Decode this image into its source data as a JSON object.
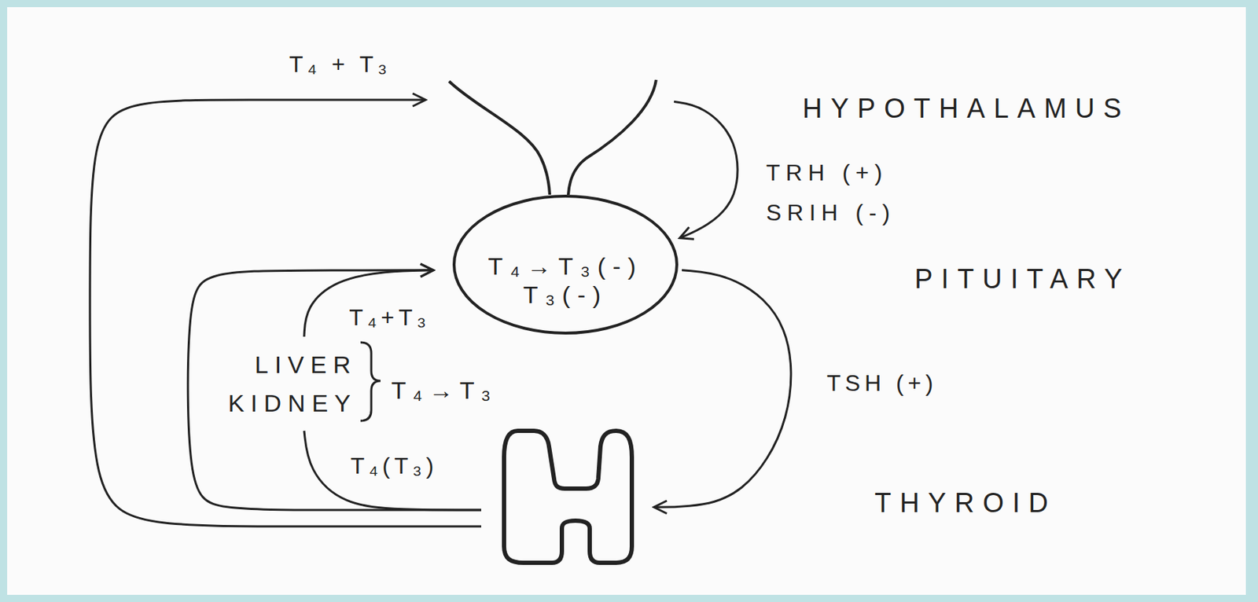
{
  "diagram": {
    "nodes": [
      {
        "text": [
          "HYPOTHALAMUS"
        ]
      },
      {
        "text": [
          "T₄→T₃(-)",
          "T₃(-)",
          "PITUITARY"
        ]
      },
      {
        "text": [
          "LIVER KIDNEY",
          "T₄→T₃"
        ]
      },
      {
        "text": [
          "THYROID"
        ]
      }
    ],
    "edges": [
      {
        "from": 3,
        "to": 0,
        "label": "T₄ + T₃",
        "arrow": "to"
      },
      {
        "from": 0,
        "to": 1,
        "label": "TRH (+) SRIH (-)",
        "arrow": "to"
      },
      {
        "from": 1,
        "to": 3,
        "label": "TSH (+)",
        "arrow": "to"
      },
      {
        "from": 3,
        "to": 1,
        "arrow": "to"
      },
      {
        "from": 3,
        "to": 2,
        "label": "T₄(T₃)",
        "arrow": "none"
      },
      {
        "from": 2,
        "to": 1,
        "label": "T₄+T₃",
        "arrow": "to"
      }
    ]
  }
}
